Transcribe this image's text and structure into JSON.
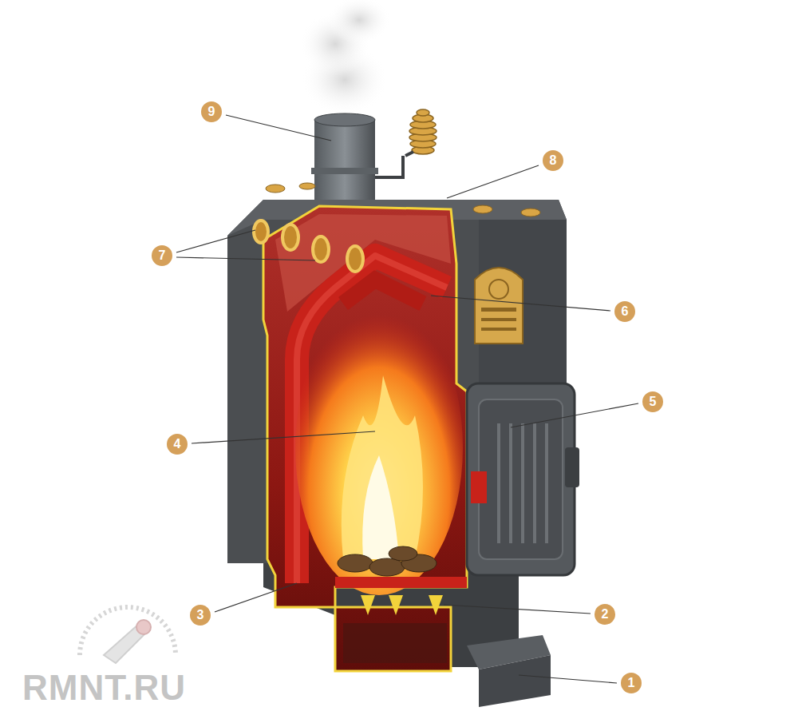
{
  "diagram": {
    "labels": [
      "9",
      "8",
      "7",
      "6",
      "5",
      "4",
      "3",
      "2",
      "1",
      "RMNT.RU"
    ]
  }
}
